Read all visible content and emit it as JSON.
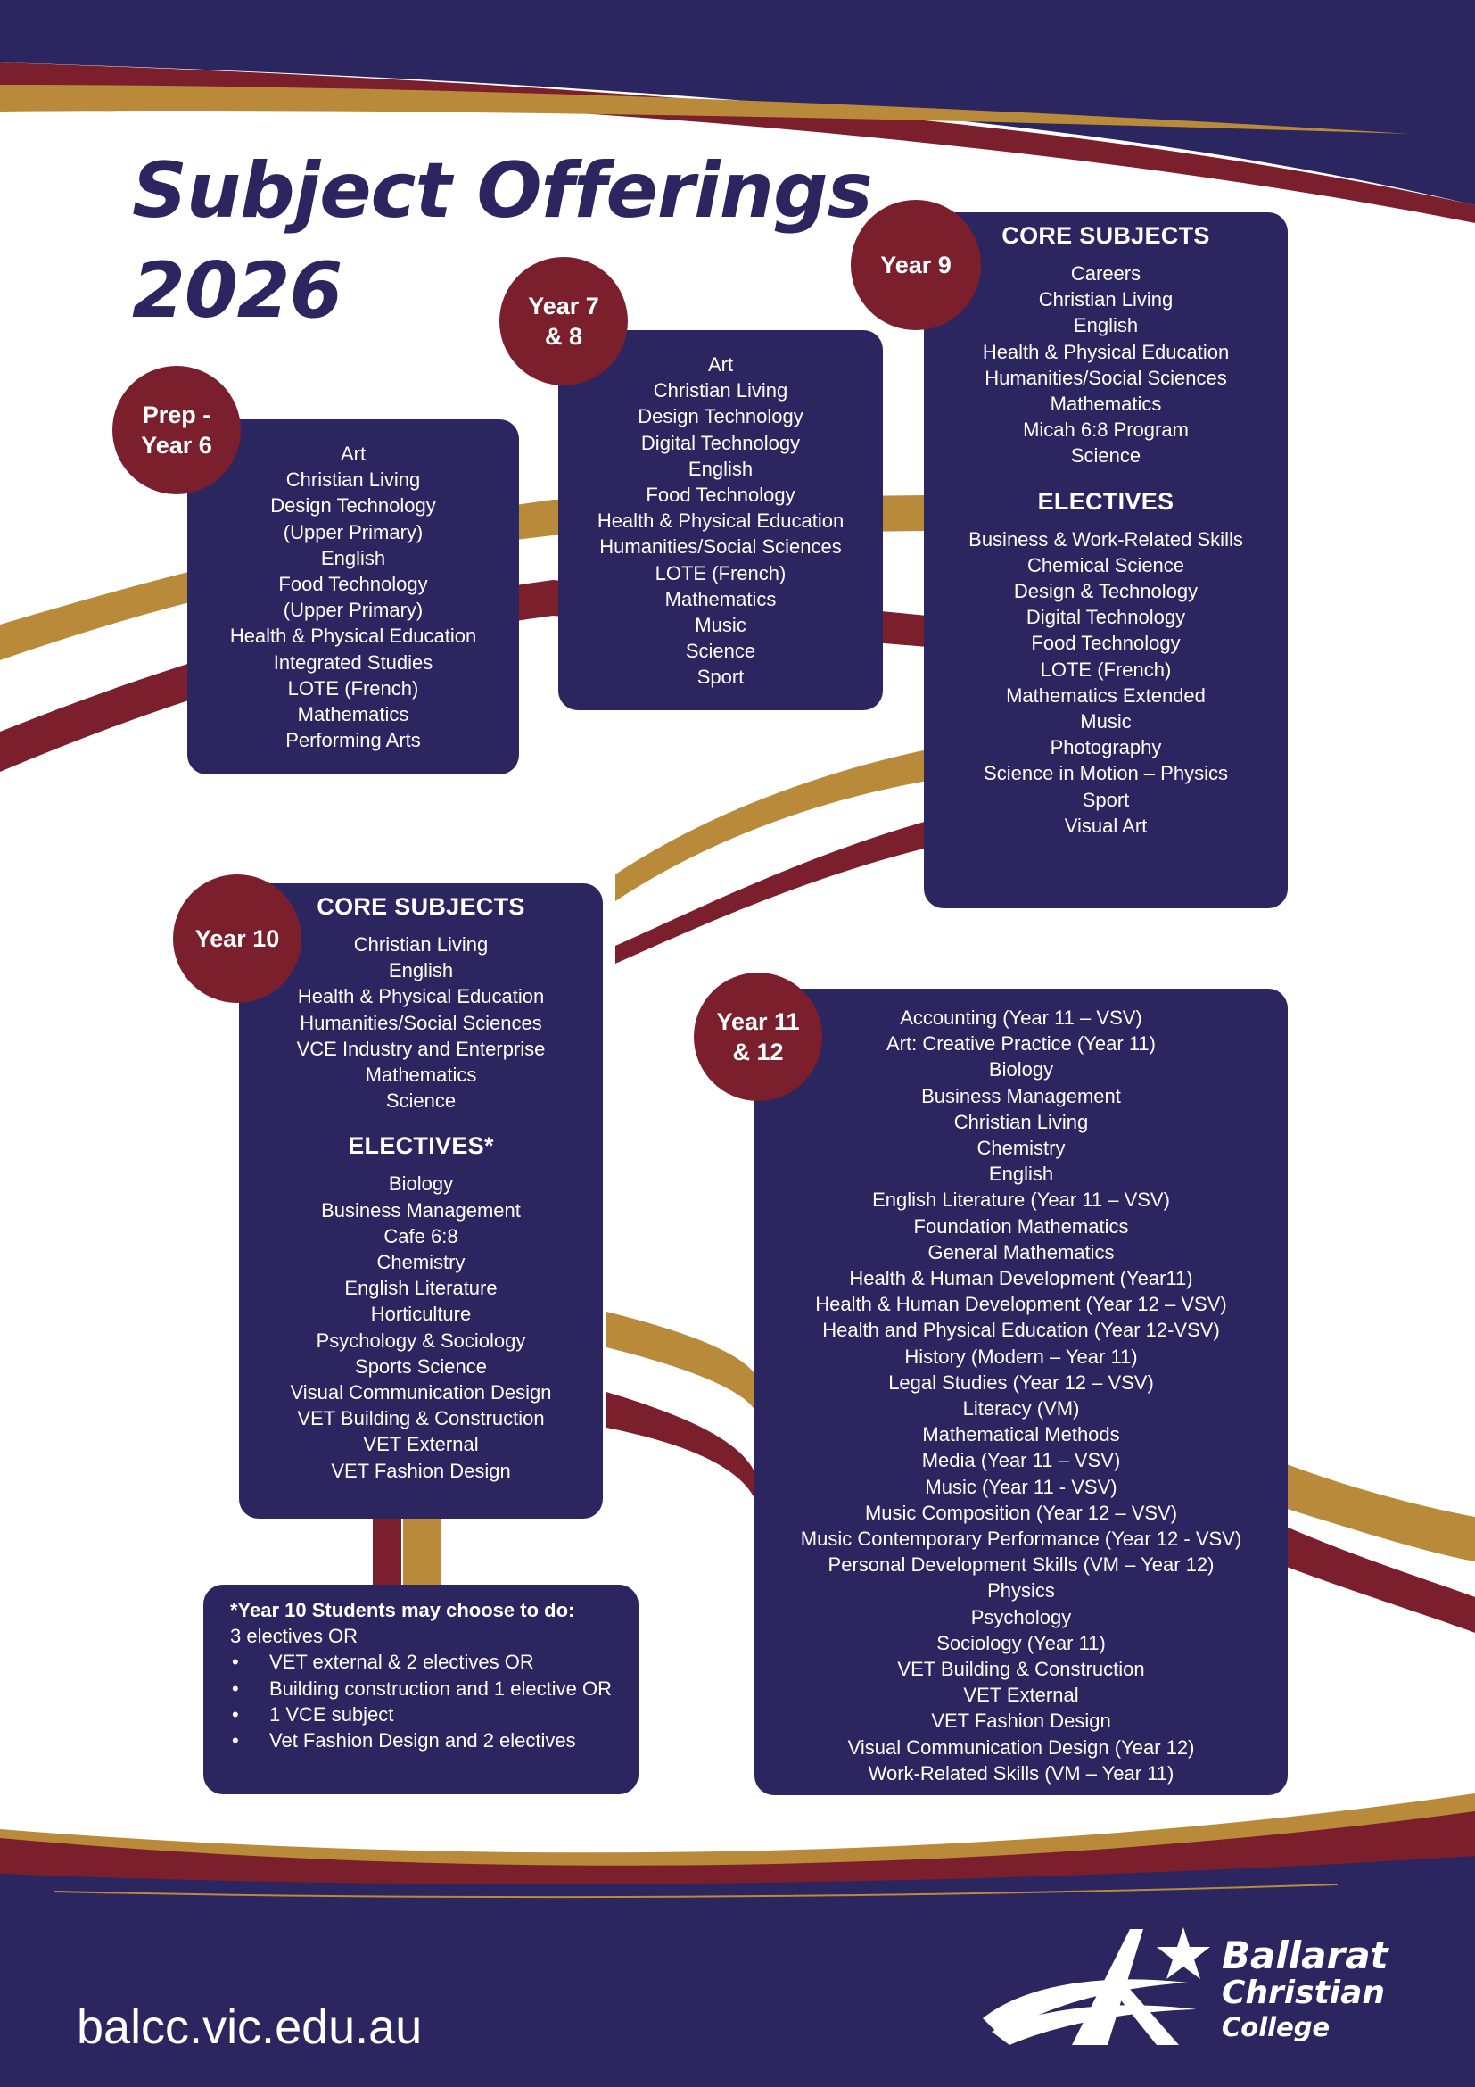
{
  "title": {
    "line1": "Subject Offerings",
    "line2": "2026"
  },
  "colors": {
    "navy": "#2b2660",
    "maroon": "#7b1f2c",
    "gold": "#b88a3a"
  },
  "prep": {
    "badge": "Prep -\nYear 6",
    "items": [
      "Art",
      "Christian Living",
      "Design Technology",
      "(Upper Primary)",
      "English",
      "Food Technology",
      "(Upper Primary)",
      "Health & Physical Education",
      "Integrated Studies",
      "LOTE (French)",
      "Mathematics",
      "Performing Arts"
    ]
  },
  "y78": {
    "badge": "Year 7\n& 8",
    "items": [
      "Art",
      "Christian Living",
      "Design Technology",
      "Digital Technology",
      "English",
      "Food Technology",
      "Health & Physical Education",
      "Humanities/Social Sciences",
      "LOTE (French)",
      "Mathematics",
      "Music",
      "Science",
      "Sport"
    ]
  },
  "y9": {
    "badge": "Year 9",
    "core_heading": "CORE SUBJECTS",
    "core": [
      "Careers",
      "Christian Living",
      "English",
      "Health & Physical Education",
      "Humanities/Social Sciences",
      "Mathematics",
      "Micah 6:8 Program",
      "Science"
    ],
    "electives_heading": "ELECTIVES",
    "electives": [
      "Business & Work-Related Skills",
      "Chemical Science",
      "Design & Technology",
      "Digital Technology",
      "Food Technology",
      "LOTE (French)",
      "Mathematics Extended",
      "Music",
      "Photography",
      "Science in Motion – Physics",
      "Sport",
      "Visual Art"
    ]
  },
  "y10": {
    "badge": "Year 10",
    "core_heading": "CORE SUBJECTS",
    "core": [
      "Christian Living",
      "English",
      "Health & Physical Education",
      "Humanities/Social Sciences",
      "VCE Industry and Enterprise",
      "Mathematics",
      "Science"
    ],
    "electives_heading": "ELECTIVES*",
    "electives": [
      "Biology",
      "Business Management",
      "Cafe 6:8",
      "Chemistry",
      "English Literature",
      "Horticulture",
      "Psychology & Sociology",
      "Sports Science",
      "Visual Communication Design",
      "VET Building & Construction",
      "VET External",
      "VET Fashion Design"
    ]
  },
  "y1112": {
    "badge": "Year 11\n& 12",
    "items": [
      "Accounting (Year 11 – VSV)",
      "Art: Creative Practice (Year 11)",
      "Biology",
      "Business Management",
      "Christian Living",
      "Chemistry",
      "English",
      "English Literature (Year 11 – VSV)",
      "Foundation Mathematics",
      "General Mathematics",
      "Health & Human Development (Year11)",
      "Health & Human Development (Year 12 – VSV)",
      "Health and Physical Education (Year 12-VSV)",
      "History (Modern – Year 11)",
      "Legal Studies (Year 12 – VSV)",
      "Literacy (VM)",
      "Mathematical Methods",
      "Media (Year 11 – VSV)",
      "Music (Year 11 - VSV)",
      "Music Composition (Year 12 – VSV)",
      "Music Contemporary Performance (Year 12 - VSV)",
      "Personal Development Skills (VM – Year 12)",
      "Physics",
      "Psychology",
      "Sociology (Year 11)",
      "VET Building & Construction",
      "VET External",
      "VET Fashion Design",
      "Visual Communication Design (Year 12)",
      "Work-Related Skills (VM – Year 11)"
    ]
  },
  "note": {
    "title": "*Year 10 Students may choose to do:",
    "line1": "3 electives OR",
    "bullets": [
      "VET  external & 2 electives OR",
      "Building construction and 1 elective OR",
      "1 VCE subject",
      "Vet Fashion Design and 2 electives"
    ]
  },
  "footer": {
    "website": "balcc.vic.edu.au",
    "logo_line1": "Ballarat",
    "logo_line2": "Christian",
    "logo_line3": "College"
  }
}
